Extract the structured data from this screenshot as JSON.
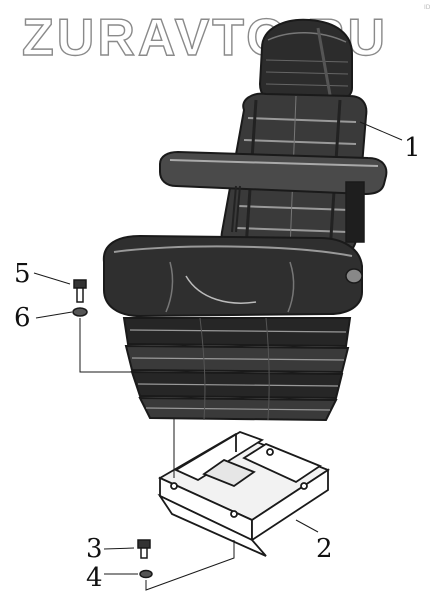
{
  "watermark": "ZURAVTO.RU",
  "corner_mark": "ID",
  "parts": [
    {
      "label": "1",
      "name": "seat-assembly"
    },
    {
      "label": "2",
      "name": "seat-base-bracket"
    },
    {
      "label": "3",
      "name": "bolt-lower"
    },
    {
      "label": "4",
      "name": "washer-lower"
    },
    {
      "label": "5",
      "name": "bolt-upper"
    },
    {
      "label": "6",
      "name": "washer-upper"
    }
  ]
}
